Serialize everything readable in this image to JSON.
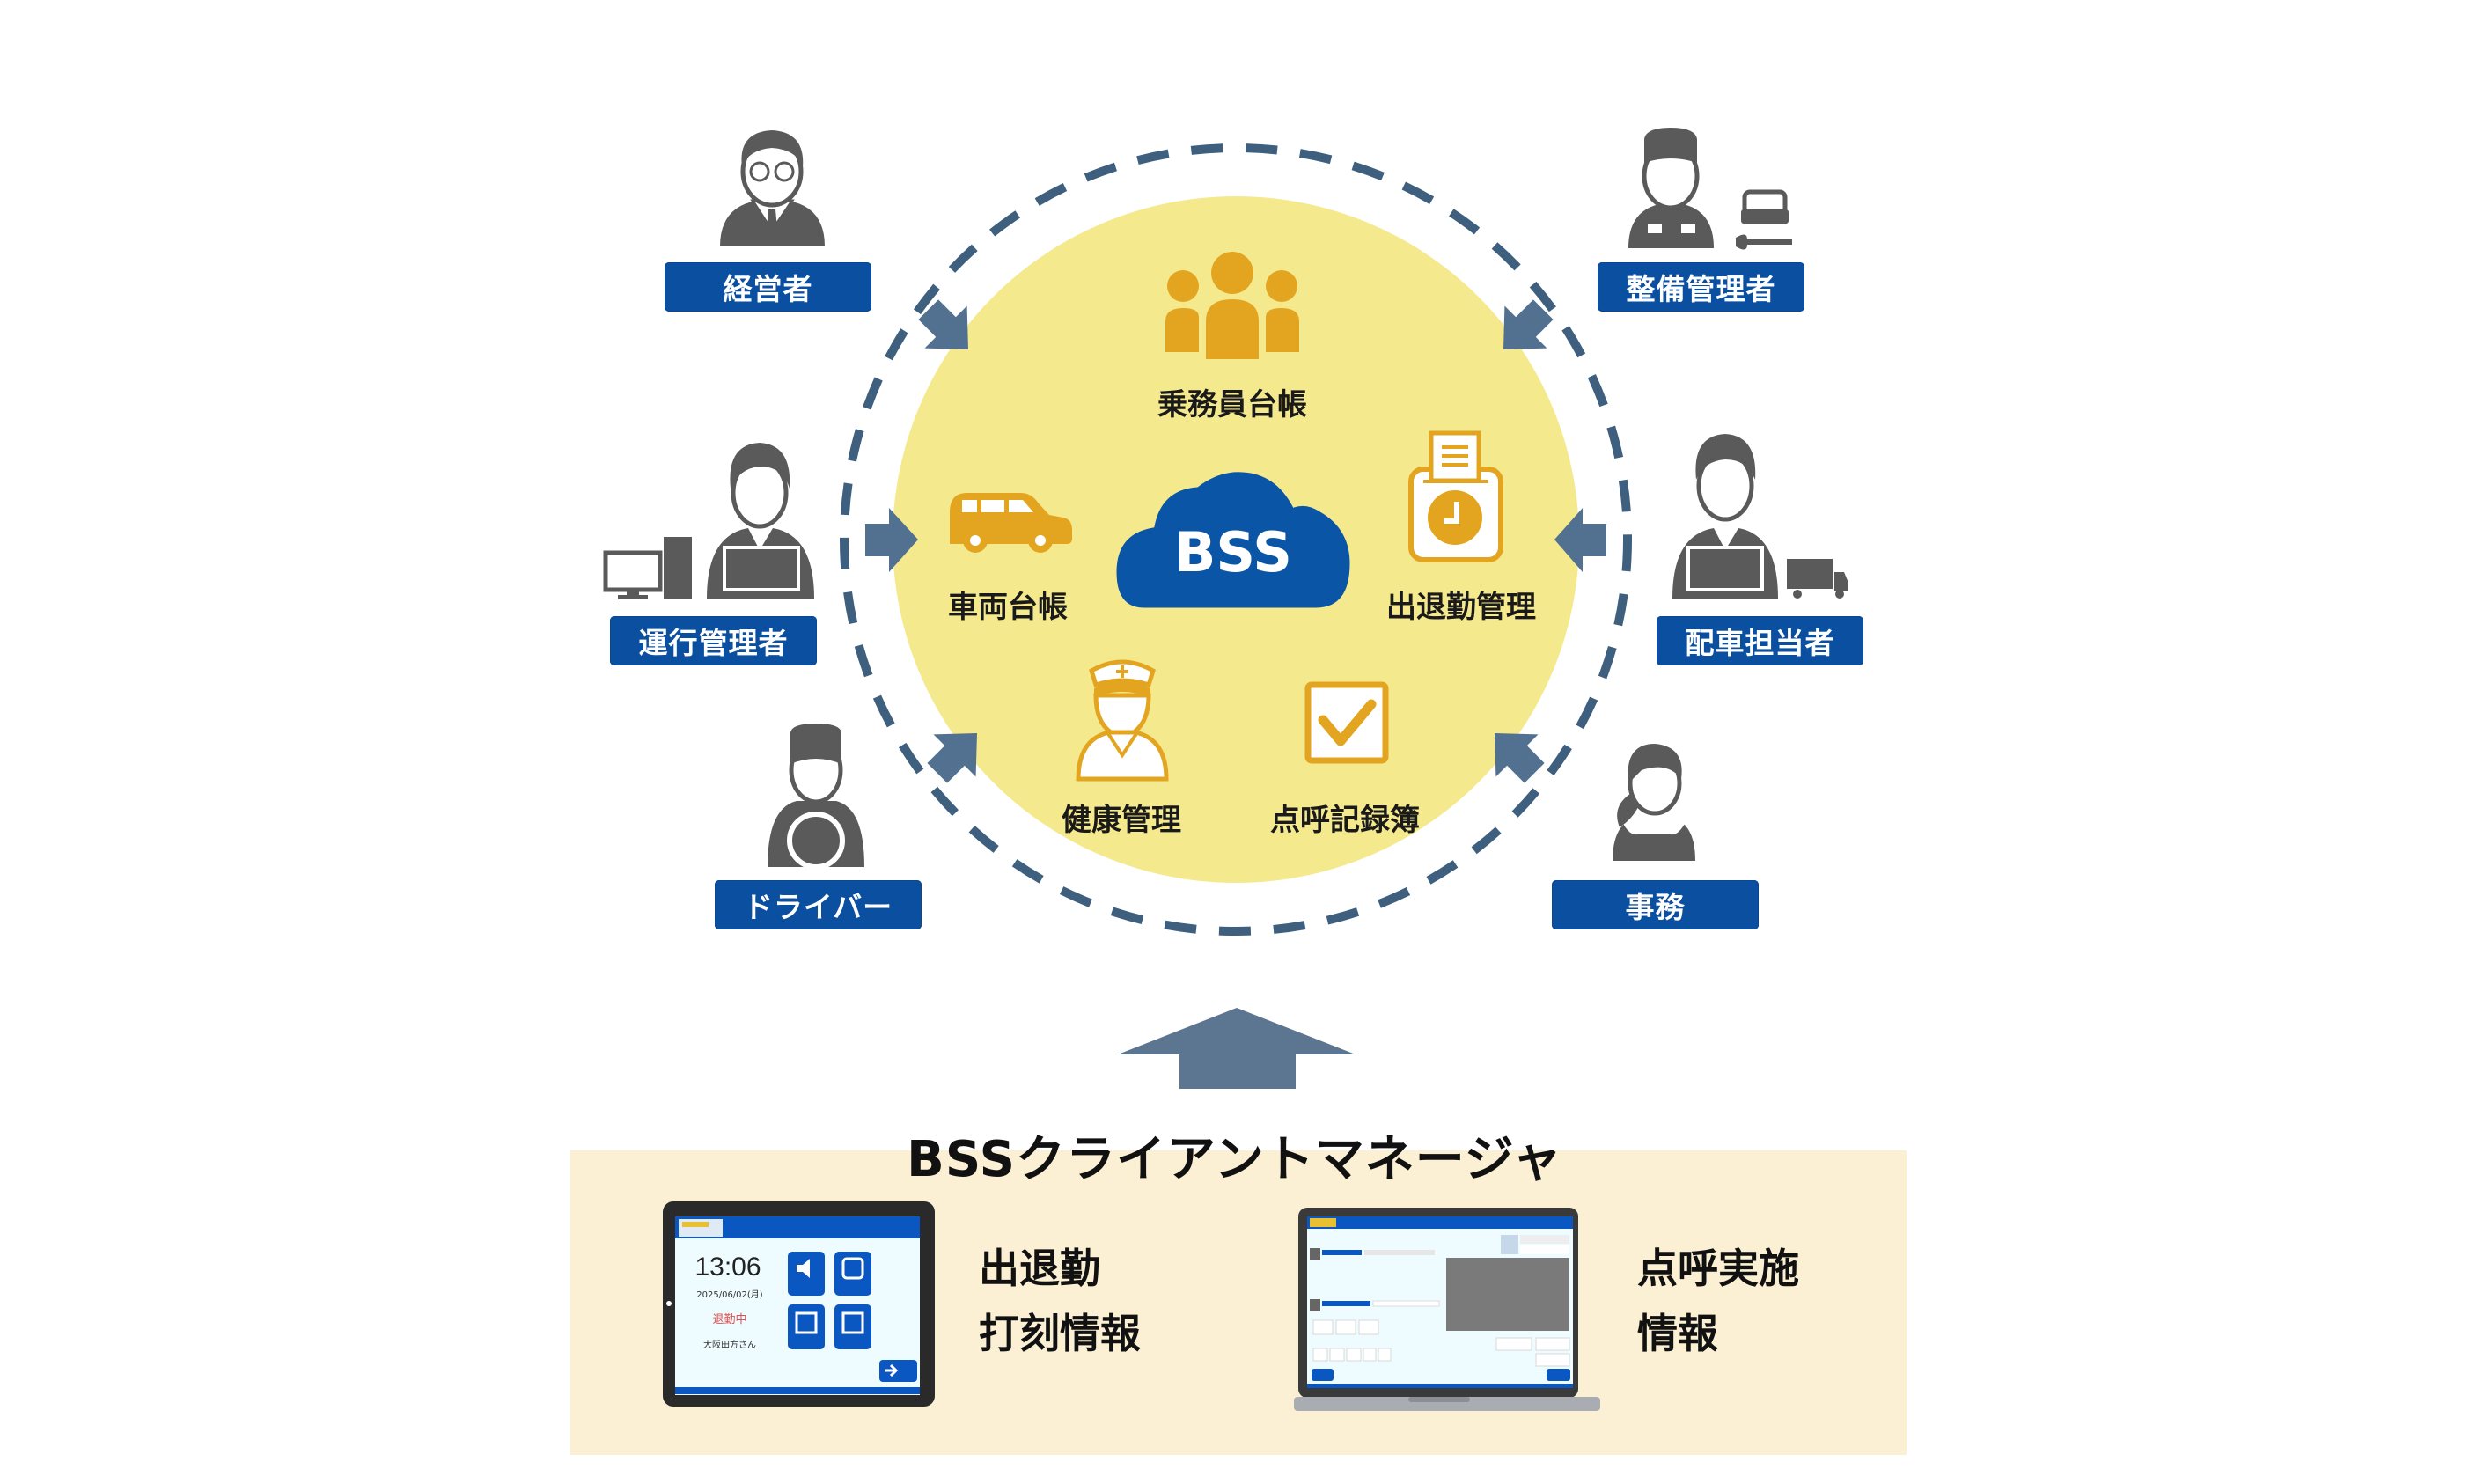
{
  "center": {
    "cloud_label": "BSS",
    "modules": [
      {
        "id": "crew-ledger",
        "label": "乗務員台帳",
        "icon": "people-group-icon"
      },
      {
        "id": "vehicle-ledger",
        "label": "車両台帳",
        "icon": "car-icon"
      },
      {
        "id": "attendance",
        "label": "出退勤管理",
        "icon": "time-clock-icon"
      },
      {
        "id": "health",
        "label": "健康管理",
        "icon": "nurse-icon"
      },
      {
        "id": "rollcall-log",
        "label": "点呼記録簿",
        "icon": "checkbox-icon"
      }
    ]
  },
  "roles": [
    {
      "id": "executive",
      "label": "経営者",
      "icon": "businessman-icon"
    },
    {
      "id": "maintenance-manager",
      "label": "整備管理者",
      "icon": "mechanic-icon"
    },
    {
      "id": "operations-manager",
      "label": "運行管理者",
      "icon": "operator-at-computer-icon"
    },
    {
      "id": "dispatcher",
      "label": "配車担当者",
      "icon": "dispatcher-with-truck-icon"
    },
    {
      "id": "driver",
      "label": "ドライバー",
      "icon": "driver-icon"
    },
    {
      "id": "office",
      "label": "事務",
      "icon": "office-worker-icon"
    }
  ],
  "client": {
    "title": "BSSクライアントマネージャ",
    "tablet": {
      "caption_line1": "出退勤",
      "caption_line2": "打刻情報",
      "screen": {
        "time": "13:06",
        "date": "2025/06/02(月)",
        "status": "退勤中",
        "name": "大阪田方さん"
      }
    },
    "laptop": {
      "caption_line1": "点呼実施",
      "caption_line2": "情報"
    }
  },
  "colors": {
    "role_box": "#0B4FA0",
    "cloud": "#0A55A5",
    "circle_fill": "#F5E98E",
    "module_icon": "#E3A520",
    "arrow": "#52708F",
    "dash": "#3E5F7E",
    "band": "#FBF0D3",
    "person": "#5a5a5a"
  }
}
